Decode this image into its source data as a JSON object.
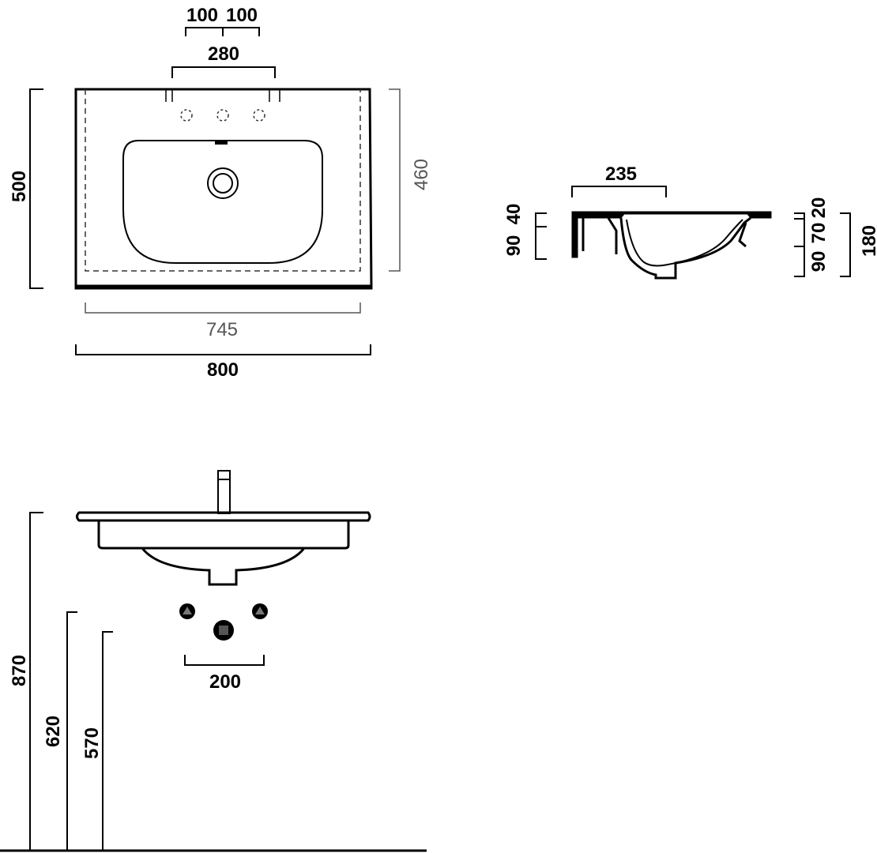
{
  "plan": {
    "dim_tap_spacing_left": "100",
    "dim_tap_spacing_right": "100",
    "dim_tap_span": "280",
    "dim_depth_outer": "500",
    "dim_depth_inner": "460",
    "dim_width_inner": "745",
    "dim_width_outer": "800"
  },
  "section": {
    "dim_bowl_offset": "235",
    "dim_left_top": "40",
    "dim_left_bottom": "90",
    "dim_right_top": "20",
    "dim_right_mid": "70",
    "dim_right_bottom": "90",
    "dim_total_height": "180"
  },
  "elevation": {
    "dim_floor_to_rim": "870",
    "dim_floor_to_supply": "620",
    "dim_floor_to_waste": "570",
    "dim_supply_spacing": "200"
  }
}
